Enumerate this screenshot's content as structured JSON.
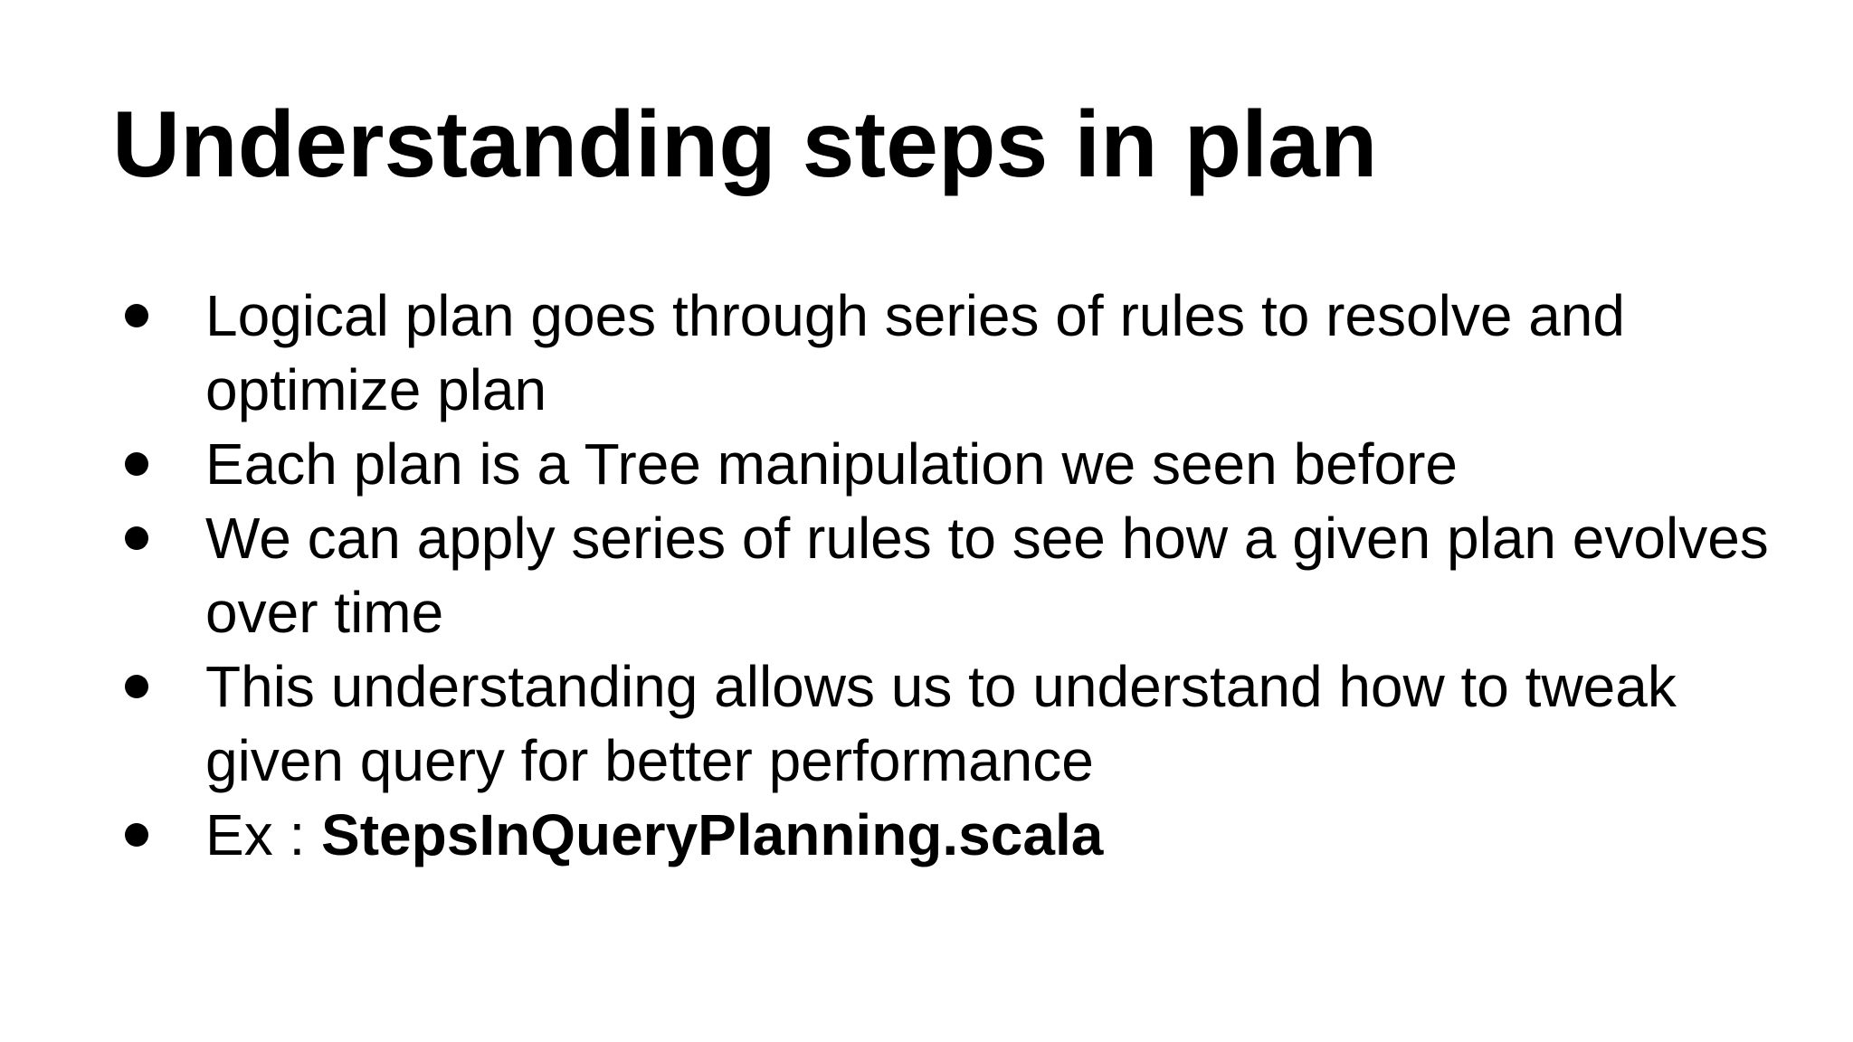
{
  "slide": {
    "title": "Understanding steps in plan",
    "bullets": [
      {
        "text": "Logical plan goes through series of rules to resolve and optimize plan"
      },
      {
        "text": "Each plan is a Tree manipulation we seen before"
      },
      {
        "text": "We can apply series of rules to see how a given plan evolves over time"
      },
      {
        "text": "This understanding allows us to understand how to tweak given query for better performance"
      },
      {
        "prefix": "Ex : ",
        "bold_text": "StepsInQueryPlanning.scala"
      }
    ]
  },
  "colors": {
    "background": "#ffffff",
    "text": "#000000"
  }
}
